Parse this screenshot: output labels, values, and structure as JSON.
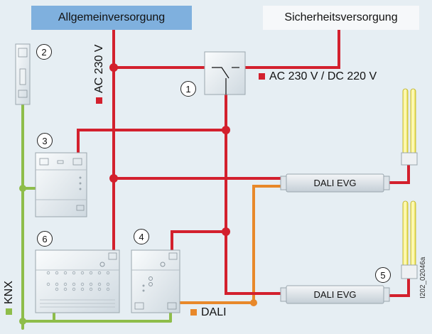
{
  "headers": {
    "general_supply": "Allgemeinversorgung",
    "safety_supply": "Sicherheitsversorgung"
  },
  "labels": {
    "ac_230": "AC 230 V",
    "ac_dc": "AC 230 V / DC 220 V",
    "knx": "KNX",
    "dali": "DALI",
    "dali_evg_1": "DALI EVG",
    "dali_evg_2": "DALI EVG",
    "ref": "I202_02046a"
  },
  "markers": [
    "1",
    "2",
    "3",
    "4",
    "5",
    "6"
  ],
  "colors": {
    "background": "#e6eef3",
    "header_blue": "#7fb0de",
    "power_red": "#d3202d",
    "knx_green": "#8ebd4a",
    "dali_orange": "#e8882a",
    "lamp_yellow": "#f2ea4a"
  }
}
